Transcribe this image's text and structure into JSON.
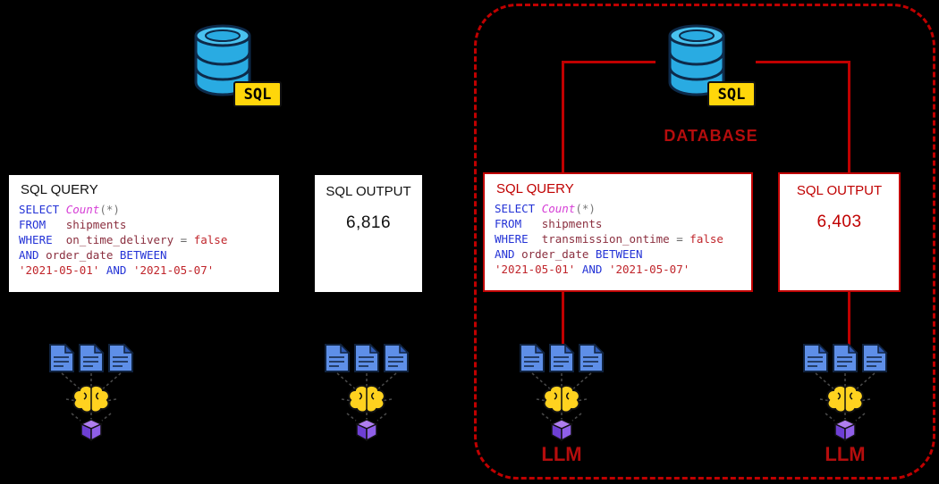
{
  "badge": {
    "label": "SQL"
  },
  "left": {
    "query": {
      "title": "SQL QUERY",
      "code": [
        [
          [
            "kw",
            "SELECT "
          ],
          [
            "fn",
            "Count"
          ],
          [
            "pu",
            "(*)"
          ]
        ],
        [
          [
            "kw",
            "FROM"
          ],
          [
            "tx",
            "   "
          ],
          [
            "id",
            "shipments"
          ]
        ],
        [
          [
            "kw",
            "WHERE"
          ],
          [
            "tx",
            "  "
          ],
          [
            "id",
            "on_time_delivery"
          ],
          [
            "tx",
            " "
          ],
          [
            "op",
            "="
          ],
          [
            "tx",
            " "
          ],
          [
            "lit",
            "false"
          ]
        ],
        [
          [
            "kw",
            "AND"
          ],
          [
            "tx",
            " "
          ],
          [
            "id",
            "order_date"
          ],
          [
            "tx",
            " "
          ],
          [
            "kw",
            "BETWEEN"
          ]
        ],
        [
          [
            "str",
            "'2021-05-01'"
          ],
          [
            "tx",
            " "
          ],
          [
            "kw",
            "AND"
          ],
          [
            "tx",
            " "
          ],
          [
            "str",
            "'2021-05-07'"
          ]
        ]
      ]
    },
    "output": {
      "title": "SQL OUTPUT",
      "value": "6,816"
    }
  },
  "right": {
    "database_label": "DATABASE",
    "query": {
      "title": "SQL QUERY",
      "code": [
        [
          [
            "kw",
            "SELECT "
          ],
          [
            "fn",
            "Count"
          ],
          [
            "pu",
            "(*)"
          ]
        ],
        [
          [
            "kw",
            "FROM"
          ],
          [
            "tx",
            "   "
          ],
          [
            "id",
            "shipments"
          ]
        ],
        [
          [
            "kw",
            "WHERE"
          ],
          [
            "tx",
            "  "
          ],
          [
            "id",
            "transmission_ontime"
          ],
          [
            "tx",
            " "
          ],
          [
            "op",
            "="
          ],
          [
            "tx",
            " "
          ],
          [
            "lit",
            "false"
          ]
        ],
        [
          [
            "kw",
            "AND"
          ],
          [
            "tx",
            " "
          ],
          [
            "id",
            "order_date"
          ],
          [
            "tx",
            " "
          ],
          [
            "kw",
            "BETWEEN"
          ]
        ],
        [
          [
            "str",
            "'2021-05-01'"
          ],
          [
            "tx",
            " "
          ],
          [
            "kw",
            "AND"
          ],
          [
            "tx",
            " "
          ],
          [
            "str",
            "'2021-05-07'"
          ]
        ]
      ]
    },
    "output": {
      "title": "SQL OUTPUT",
      "value": "6,403"
    },
    "llm_label_left": "LLM",
    "llm_label_right": "LLM"
  },
  "colors": {
    "accent_red": "#c00000",
    "db_blue": "#29abe2",
    "badge_yellow": "#ffd60a"
  }
}
